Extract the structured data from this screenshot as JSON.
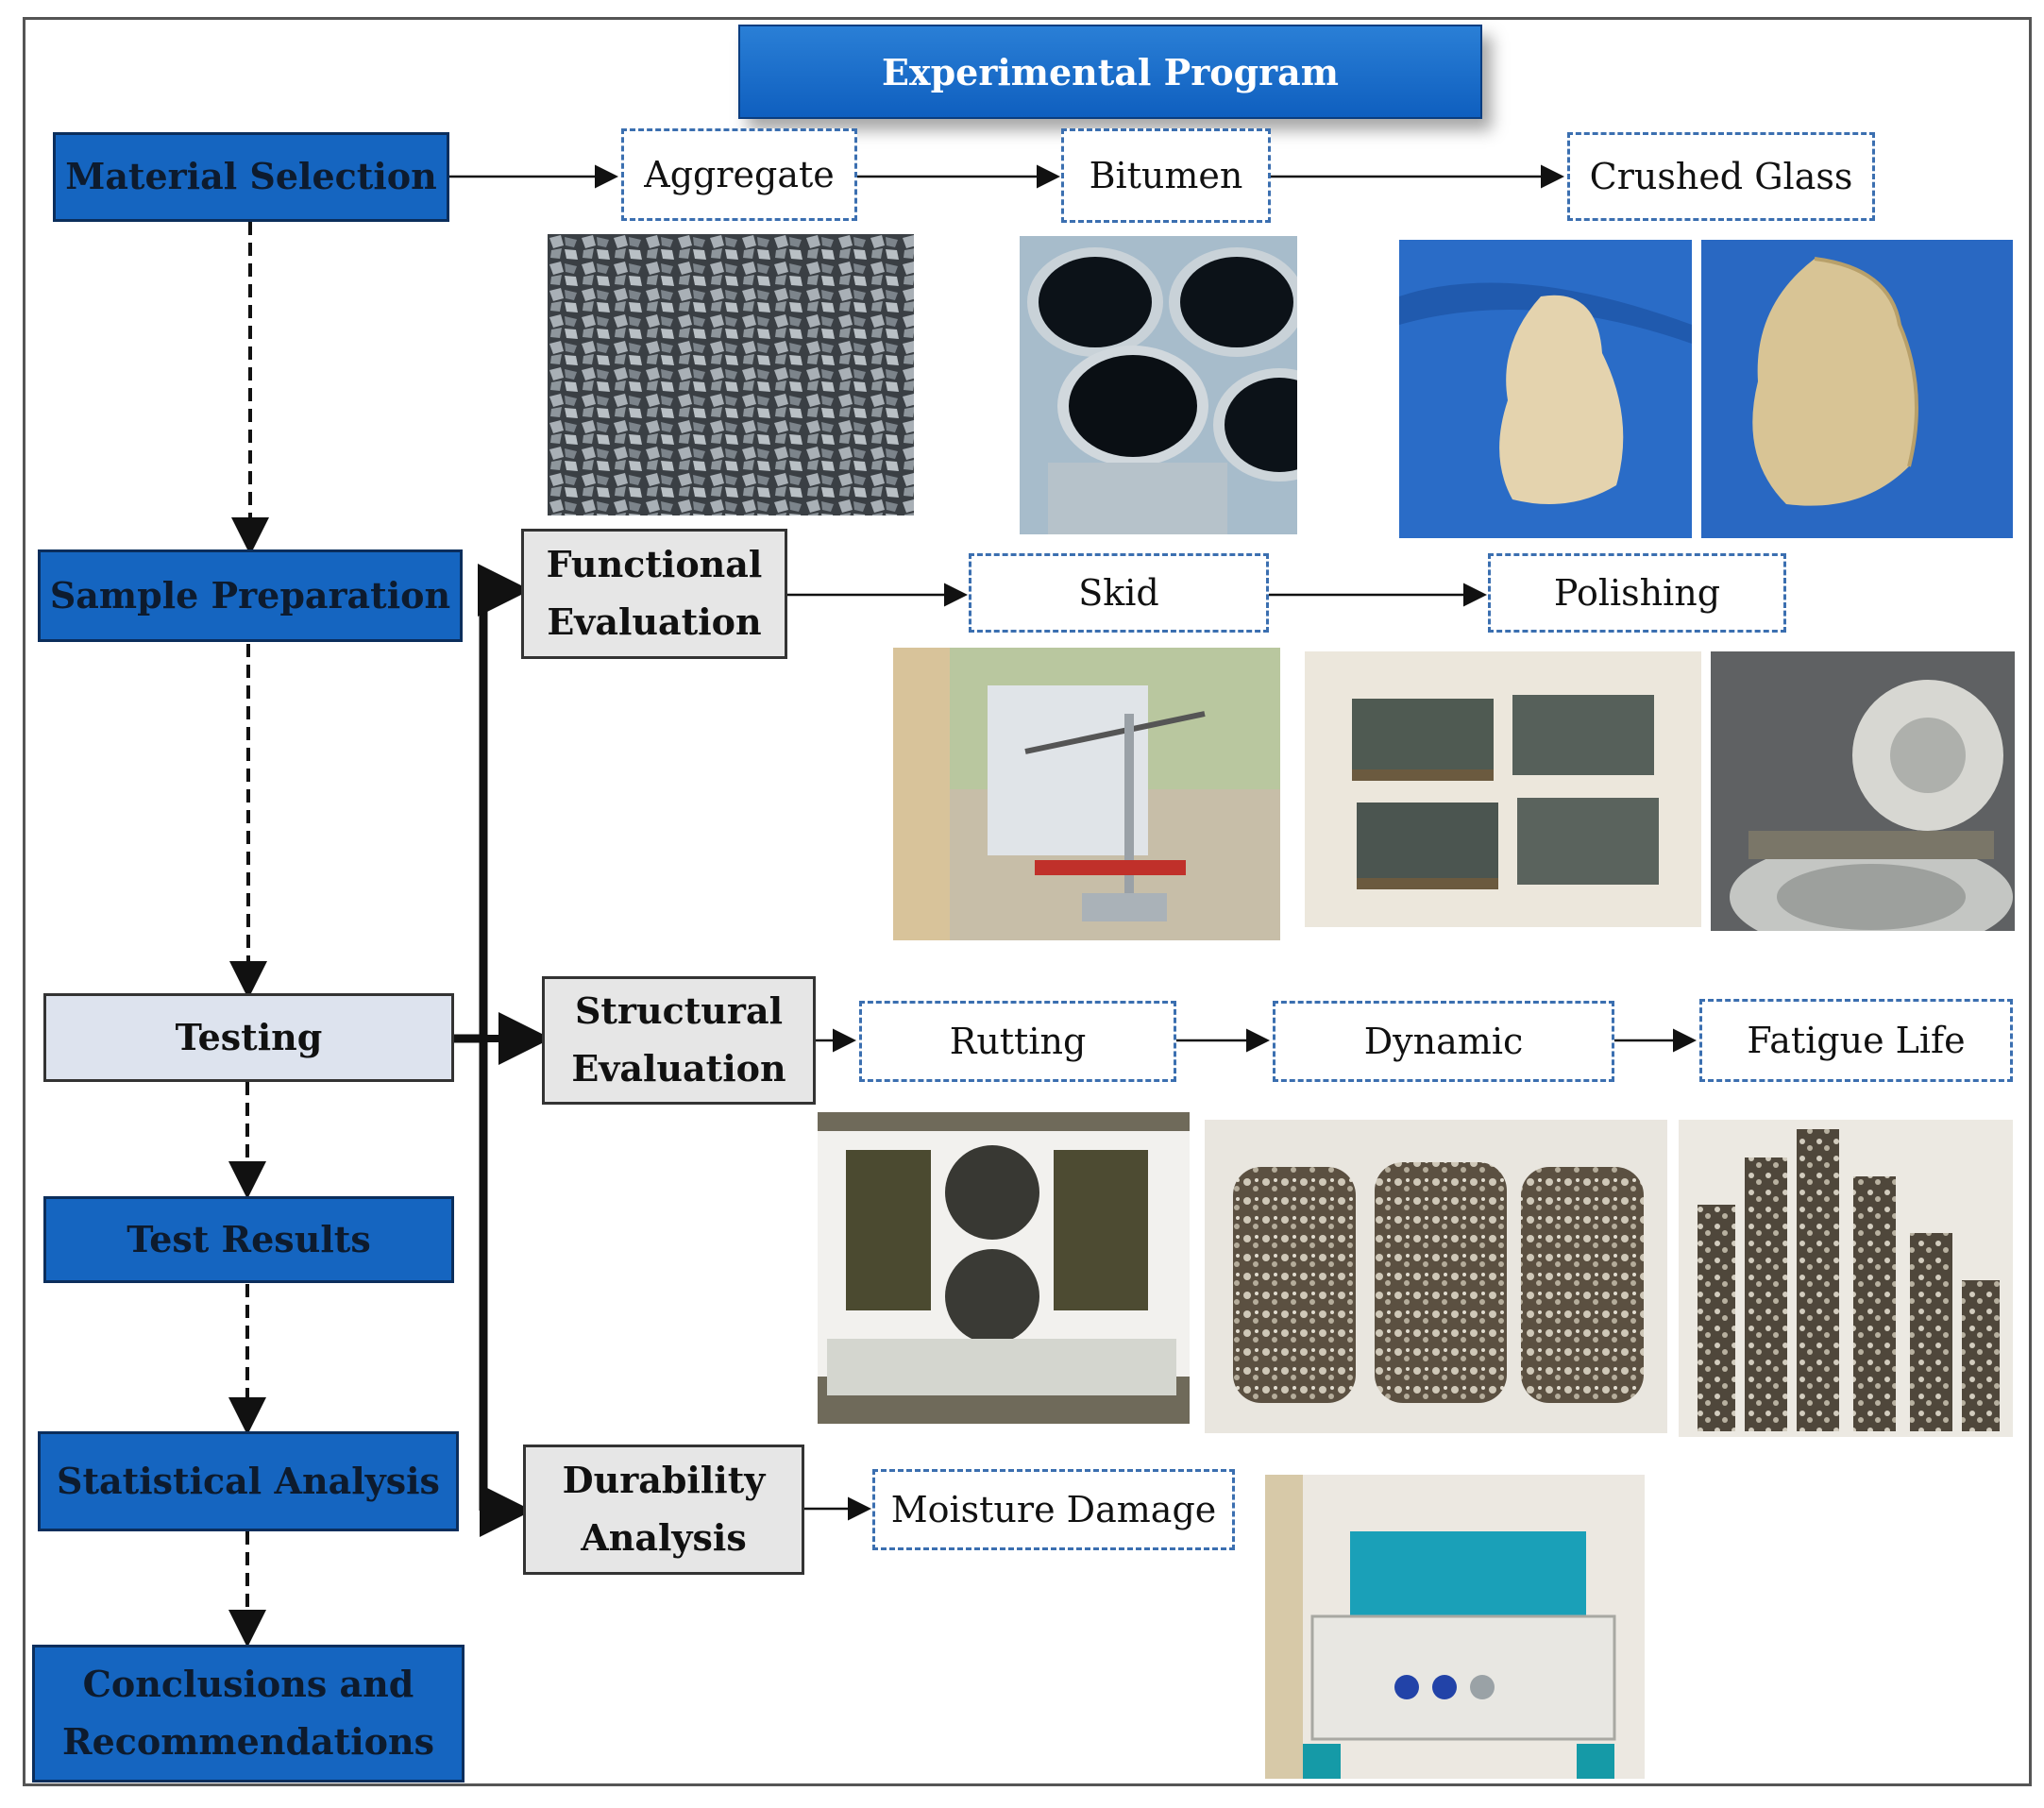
{
  "title": "Experimental Program",
  "steps": {
    "material_selection": "Material Selection",
    "sample_preparation": "Sample Preparation",
    "testing": "Testing",
    "test_results": "Test Results",
    "statistical_analysis": "Statistical Analysis",
    "conclusions_line1": "Conclusions and",
    "conclusions_line2": "Recommendations"
  },
  "materials": [
    "Aggregate",
    "Bitumen",
    "Crushed Glass"
  ],
  "functional": {
    "line1": "Functional",
    "line2": "Evaluation",
    "items": [
      "Skid",
      "Polishing"
    ]
  },
  "structural": {
    "line1": "Structural",
    "line2": "Evaluation",
    "items": [
      "Rutting",
      "Dynamic",
      "Fatigue Life"
    ]
  },
  "durability": {
    "line1": "Durability",
    "line2": "Analysis",
    "items": [
      "Moisture Damage"
    ]
  },
  "colors": {
    "step_blue": "#1565c0",
    "step_grey": "#dde3ee",
    "category_grey": "#e6e6e6",
    "dashed_border": "#3b6fb0"
  }
}
